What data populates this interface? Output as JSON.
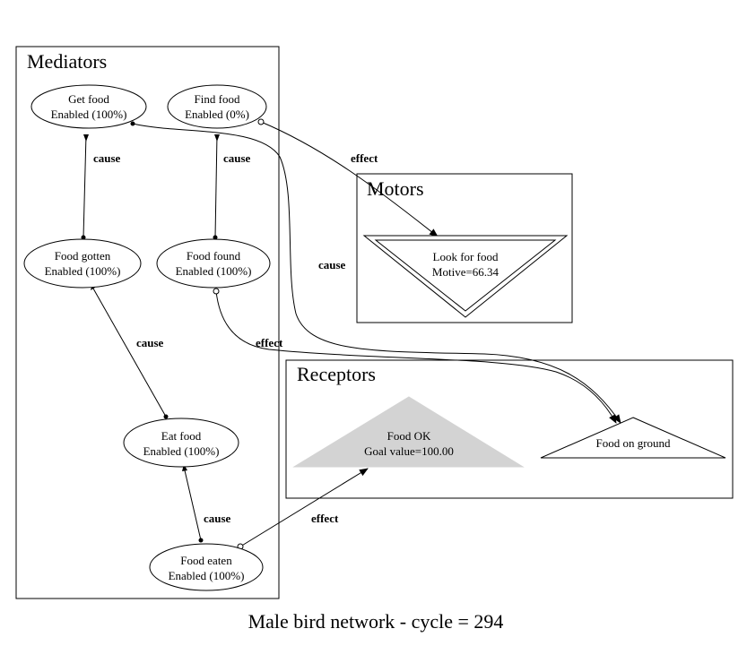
{
  "caption": "Male bird network - cycle = 294",
  "clusters": {
    "mediators": "Mediators",
    "motors": "Motors",
    "receptors": "Receptors"
  },
  "nodes": {
    "get_food": {
      "line1": "Get food",
      "line2": "Enabled (100%)"
    },
    "find_food": {
      "line1": "Find food",
      "line2": "Enabled (0%)"
    },
    "food_gotten": {
      "line1": "Food gotten",
      "line2": "Enabled (100%)"
    },
    "food_found": {
      "line1": "Food found",
      "line2": "Enabled (100%)"
    },
    "eat_food": {
      "line1": "Eat food",
      "line2": "Enabled (100%)"
    },
    "food_eaten": {
      "line1": "Food eaten",
      "line2": "Enabled (100%)"
    },
    "look_for_food": {
      "line1": "Look for food",
      "line2": "Motive=66.34"
    },
    "food_ok": {
      "line1": "Food OK",
      "line2": "Goal value=100.00"
    },
    "food_on_ground": {
      "line1": "Food on ground"
    }
  },
  "edge_labels": {
    "get_food_gotten": "cause",
    "find_food_found": "cause",
    "gotten_eat": "cause",
    "eat_eaten": "cause",
    "find_look": "effect",
    "get_ground": "cause",
    "found_ground": "effect",
    "eaten_ok": "effect"
  },
  "colors": {
    "food_ok_fill": "#d3d3d3",
    "stroke": "#000000"
  }
}
